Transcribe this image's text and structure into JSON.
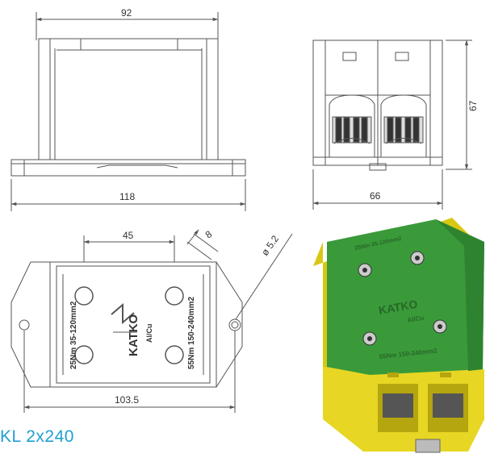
{
  "dimensions": {
    "top_width": "92",
    "base_length": "118",
    "side_width": "66",
    "side_height": "67",
    "hole_spacing": "45",
    "pitch": "8",
    "hole_diameter": "ø 5.2",
    "mount_spacing": "103.5"
  },
  "markings": {
    "brand": "KATKO",
    "material": "Al/Cu",
    "left_range": "25Nm 35-120mm2",
    "right_range": "55Nm 150-240mm2",
    "photo_brand": "KATKO",
    "photo_material": "Al/Cu",
    "photo_range": "55Nm 150-240mm2",
    "photo_range_top": "25Nm 35-120mm2"
  },
  "caption": "KL 2x240",
  "colors": {
    "line": "#555555",
    "green": "#3a9a3a",
    "yellow": "#e7d623",
    "caption": "#1f9fd0"
  }
}
